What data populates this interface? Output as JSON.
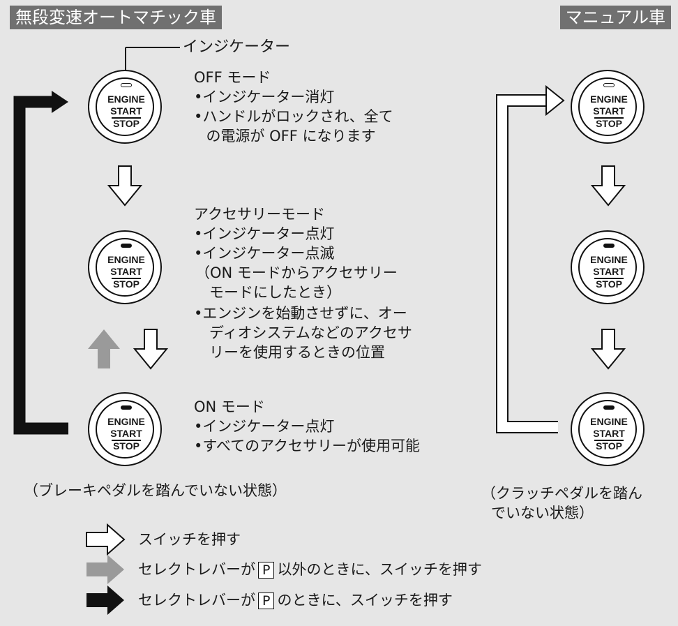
{
  "headers": {
    "automatic": "無段変速オートマチック車",
    "manual": "マニュアル車"
  },
  "button": {
    "line1": "ENGINE",
    "line2": "START",
    "line3": "STOP"
  },
  "indicator_label": "インジケーター",
  "modes": {
    "off": {
      "title": "OFF モード",
      "lines": [
        "•インジケーター消灯",
        "•ハンドルがロックされ、全て",
        "の電源が OFF になります"
      ]
    },
    "accessory": {
      "title": "アクセサリーモード",
      "lines": [
        "•インジケーター点灯",
        "•インジケーター点滅",
        "（ON モードからアクセサリー",
        "モードにしたとき）",
        "•エンジンを始動させずに、オー",
        "ディオシステムなどのアクセサ",
        "リーを使用するときの位置"
      ]
    },
    "on": {
      "title": "ON モード",
      "lines": [
        "•インジケーター点灯",
        "•すべてのアクセサリーが使用可能"
      ]
    }
  },
  "notes": {
    "automatic": "（ブレーキペダルを踏んでいない状態）",
    "manual_line1": "（クラッチペダルを踏ん",
    "manual_line2": "でいない状態）"
  },
  "legend": [
    {
      "arrow": "white",
      "text": "スイッチを押す"
    },
    {
      "arrow": "gray",
      "text_before": "セレクトレバーが",
      "box": "P",
      "text_after": "以外のときに、スイッチを押す"
    },
    {
      "arrow": "black",
      "text_before": "セレクトレバーが",
      "box": "P",
      "text_after": "のときに、スイッチを押す"
    }
  ],
  "colors": {
    "background": "#e6e6e6",
    "header": "#707070",
    "black_arrow": "#111111",
    "gray_arrow": "#9a9a9a",
    "white_arrow": "#ffffff"
  }
}
